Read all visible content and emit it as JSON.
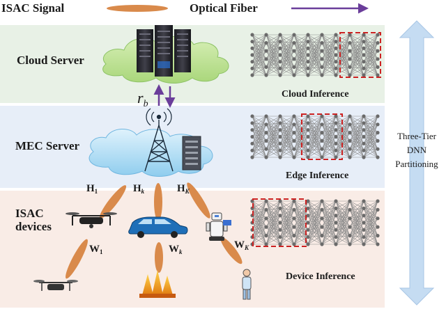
{
  "legend": {
    "isac_signal": "ISAC Signal",
    "optical_fiber": "Optical Fiber"
  },
  "tiers": {
    "cloud": {
      "label": "Cloud Server",
      "inference": "Cloud Inference"
    },
    "edge": {
      "label": "MEC Server",
      "inference": "Edge Inference"
    },
    "device": {
      "label_line1": "ISAC",
      "label_line2": "devices",
      "inference": "Device Inference"
    }
  },
  "side_label": {
    "line1": "Three-Tier",
    "line2": "DNN",
    "line3": "Partitioning"
  },
  "symbols": {
    "rate": "r",
    "rate_sub": "b",
    "h1": "H",
    "h1_sub": "1",
    "hk": "H",
    "hk_sub": "k",
    "hK": "H",
    "hK_sub": "K",
    "w1": "W",
    "w1_sub": "1",
    "wk": "W",
    "wk_sub": "k",
    "wK": "W",
    "wK_sub": "K"
  },
  "colors": {
    "signal": "#d98a4b",
    "fiber": "#6a3d9a",
    "cloud_band": "#e8f1e6",
    "edge_band": "#e7eef8",
    "device_band": "#f9ece6",
    "partition_box": "#cc2222",
    "arrow_column": "#c5dcf2"
  }
}
